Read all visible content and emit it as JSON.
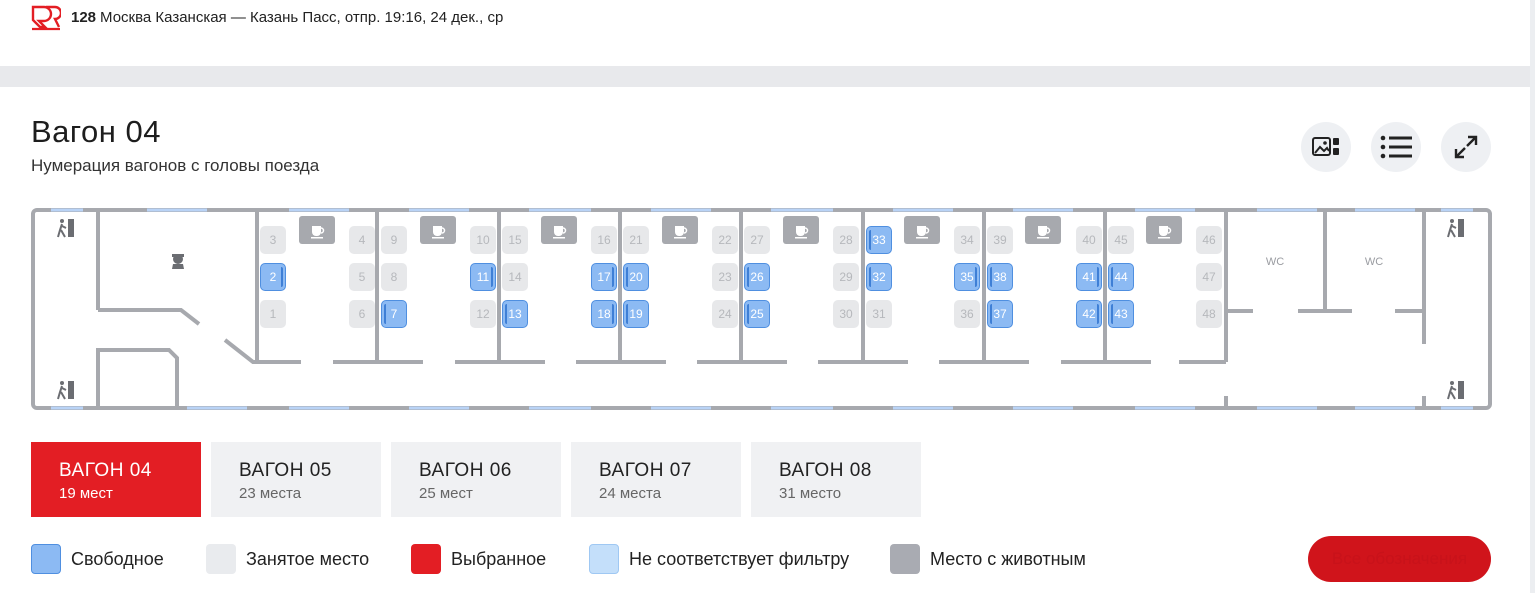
{
  "header": {
    "train_number": "128",
    "route": "Москва Казанская — Казань Пасс, отпр. 19:16, 24 дек., ср"
  },
  "car": {
    "title": "Вагон 04",
    "subtitle": "Нумерация вагонов с головы поезда",
    "wc_left": "WC",
    "wc_right": "WC"
  },
  "seats": [
    {
      "n": "3",
      "state": "busy"
    },
    {
      "n": "2",
      "state": "free"
    },
    {
      "n": "1",
      "state": "busy"
    },
    {
      "n": "4",
      "state": "busy"
    },
    {
      "n": "9",
      "state": "busy"
    },
    {
      "n": "5",
      "state": "busy"
    },
    {
      "n": "8",
      "state": "busy"
    },
    {
      "n": "6",
      "state": "busy"
    },
    {
      "n": "7",
      "state": "free"
    },
    {
      "n": "10",
      "state": "busy"
    },
    {
      "n": "15",
      "state": "busy"
    },
    {
      "n": "11",
      "state": "free"
    },
    {
      "n": "14",
      "state": "busy"
    },
    {
      "n": "12",
      "state": "busy"
    },
    {
      "n": "13",
      "state": "free"
    },
    {
      "n": "16",
      "state": "busy"
    },
    {
      "n": "21",
      "state": "busy"
    },
    {
      "n": "17",
      "state": "free"
    },
    {
      "n": "20",
      "state": "free"
    },
    {
      "n": "18",
      "state": "free"
    },
    {
      "n": "19",
      "state": "free"
    },
    {
      "n": "22",
      "state": "busy"
    },
    {
      "n": "27",
      "state": "busy"
    },
    {
      "n": "23",
      "state": "busy"
    },
    {
      "n": "26",
      "state": "free"
    },
    {
      "n": "24",
      "state": "busy"
    },
    {
      "n": "25",
      "state": "free"
    },
    {
      "n": "28",
      "state": "busy"
    },
    {
      "n": "33",
      "state": "free"
    },
    {
      "n": "29",
      "state": "busy"
    },
    {
      "n": "32",
      "state": "free"
    },
    {
      "n": "30",
      "state": "busy"
    },
    {
      "n": "31",
      "state": "busy"
    },
    {
      "n": "34",
      "state": "busy"
    },
    {
      "n": "39",
      "state": "busy"
    },
    {
      "n": "35",
      "state": "free"
    },
    {
      "n": "38",
      "state": "free"
    },
    {
      "n": "36",
      "state": "busy"
    },
    {
      "n": "37",
      "state": "free"
    },
    {
      "n": "40",
      "state": "busy"
    },
    {
      "n": "45",
      "state": "busy"
    },
    {
      "n": "41",
      "state": "free"
    },
    {
      "n": "44",
      "state": "free"
    },
    {
      "n": "42",
      "state": "free"
    },
    {
      "n": "43",
      "state": "free"
    },
    {
      "n": "46",
      "state": "busy"
    },
    {
      "n": "47",
      "state": "busy"
    },
    {
      "n": "48",
      "state": "busy"
    }
  ],
  "tabs": [
    {
      "name": "ВАГОН 04",
      "seats": "19 мест",
      "active": true
    },
    {
      "name": "ВАГОН 05",
      "seats": "23 места",
      "active": false
    },
    {
      "name": "ВАГОН 06",
      "seats": "25 мест",
      "active": false
    },
    {
      "name": "ВАГОН 07",
      "seats": "24 места",
      "active": false
    },
    {
      "name": "ВАГОН 08",
      "seats": "31 место",
      "active": false
    }
  ],
  "legend": [
    {
      "label": "Свободное",
      "color": "#8cbaf3"
    },
    {
      "label": "Занятое место",
      "color": "#e9ebee"
    },
    {
      "label": "Выбранное",
      "color": "#e31e24"
    },
    {
      "label": "Не соответствует фильтру",
      "color": "#c4dffa"
    },
    {
      "label": "Место с животным",
      "color": "#a9abb2"
    }
  ],
  "all_legend_button": "Все обозначения",
  "icons": {
    "logo": "rzd-logo-icon",
    "photo": "image-gallery-icon",
    "list": "list-icon",
    "fullscreen": "expand-icon",
    "coffee": "coffee-cup-icon",
    "exit": "emergency-exit-icon",
    "conductor": "conductor-icon"
  }
}
